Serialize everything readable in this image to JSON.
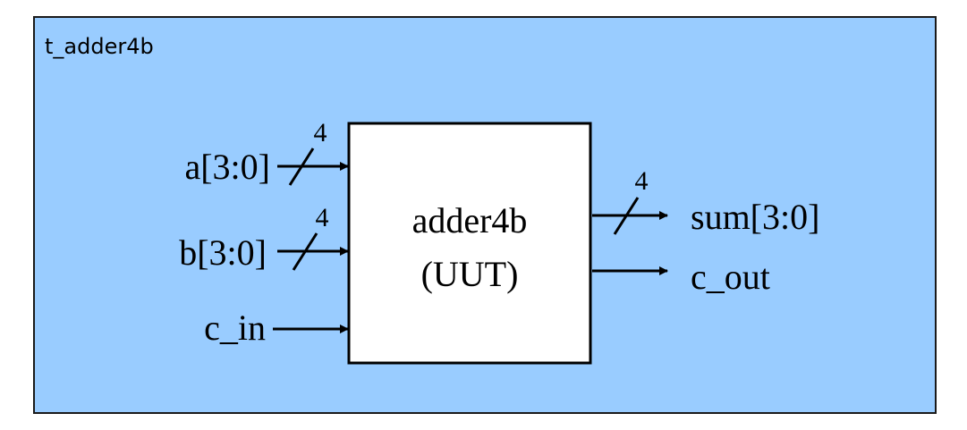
{
  "testbench": {
    "name": "t_adder4b",
    "fill": "#99ccff",
    "border": "#1a1a1a"
  },
  "module": {
    "name": "adder4b",
    "instance": "(UUT)",
    "fill": "#ffffff"
  },
  "inputs": [
    {
      "label": "a[3:0]",
      "width": "4"
    },
    {
      "label": "b[3:0]",
      "width": "4"
    },
    {
      "label": "c_in",
      "width": ""
    }
  ],
  "outputs": [
    {
      "label": "sum[3:0]",
      "width": "4"
    },
    {
      "label": "c_out",
      "width": ""
    }
  ]
}
